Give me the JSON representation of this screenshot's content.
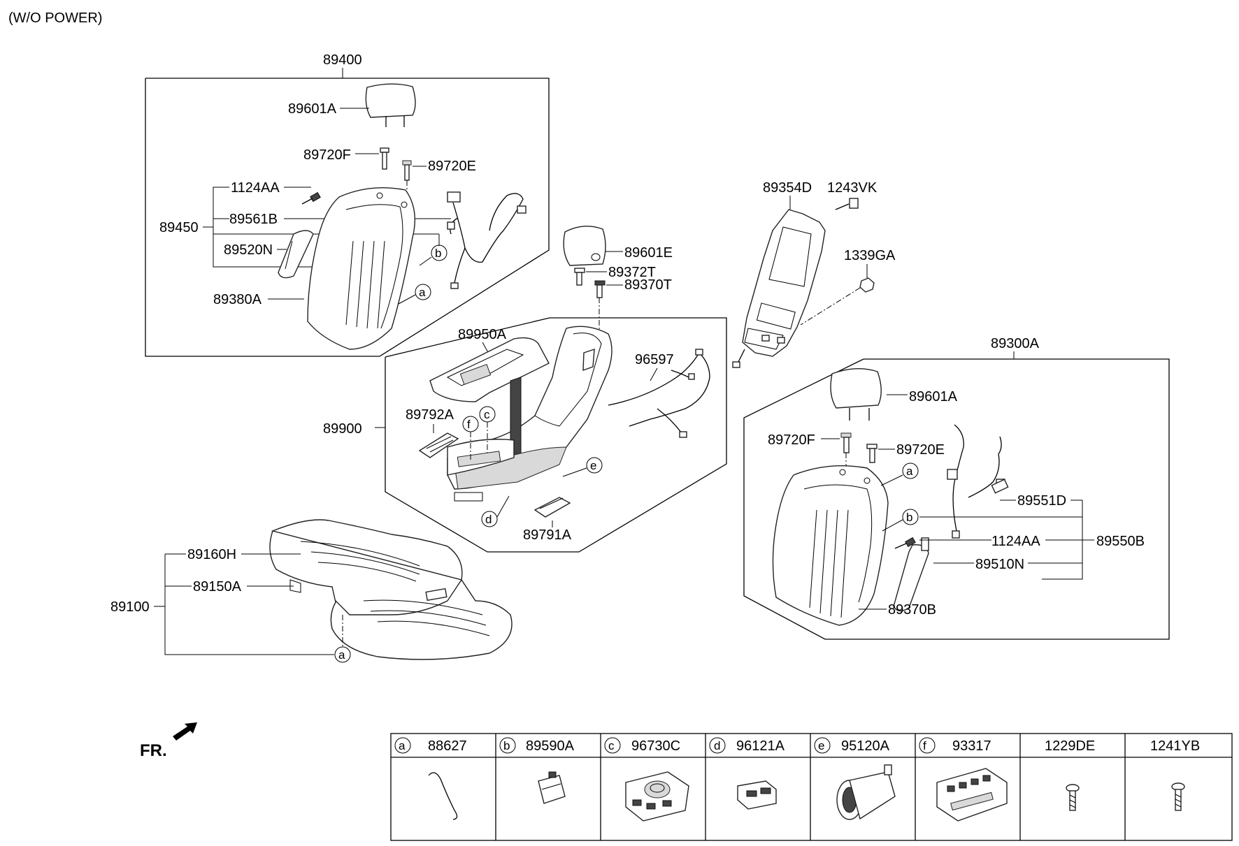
{
  "header": {
    "note": "(W/O POWER)"
  },
  "labels": {
    "rear_back_left": "89400",
    "headrest_left": "89601A",
    "guide_left_1": "89720F",
    "guide_left_2": "89720E",
    "bolt_left": "1124AA",
    "cover_assy_left": "89450",
    "harness_left": "89561B",
    "airbag_left": "89520N",
    "back_cover_left": "89380A",
    "headrest_center": "89601E",
    "guide_center_1": "89372T",
    "guide_center_2": "89370T",
    "bracket": "89354D",
    "bolt_bracket": "1243VK",
    "nut": "1339GA",
    "armrest_cover": "89950A",
    "wiring_armrest": "96597",
    "armrest_assy": "89900",
    "panel_1": "89792A",
    "panel_2": "89791A",
    "rear_back_right": "89300A",
    "headrest_right": "89601A",
    "guide_right_1": "89720F",
    "guide_right_2": "89720E",
    "harness_right": "89551D",
    "cover_assy_right": "89550B",
    "bolt_right": "1124AA",
    "airbag_right": "89510N",
    "back_cover_right": "89370B",
    "cushion_cover": "89160H",
    "cushion_pad": "89150A",
    "cushion_assy": "89100",
    "front_indicator": "FR."
  },
  "callouts": {
    "a": "a",
    "b": "b",
    "c": "c",
    "d": "d",
    "e": "e",
    "f": "f"
  },
  "legend": [
    {
      "letter": "a",
      "part": "88627"
    },
    {
      "letter": "b",
      "part": "89590A"
    },
    {
      "letter": "c",
      "part": "96730C"
    },
    {
      "letter": "d",
      "part": "96121A"
    },
    {
      "letter": "e",
      "part": "95120A"
    },
    {
      "letter": "f",
      "part": "93317"
    },
    {
      "letter": "",
      "part": "1229DE"
    },
    {
      "letter": "",
      "part": "1241YB"
    }
  ]
}
